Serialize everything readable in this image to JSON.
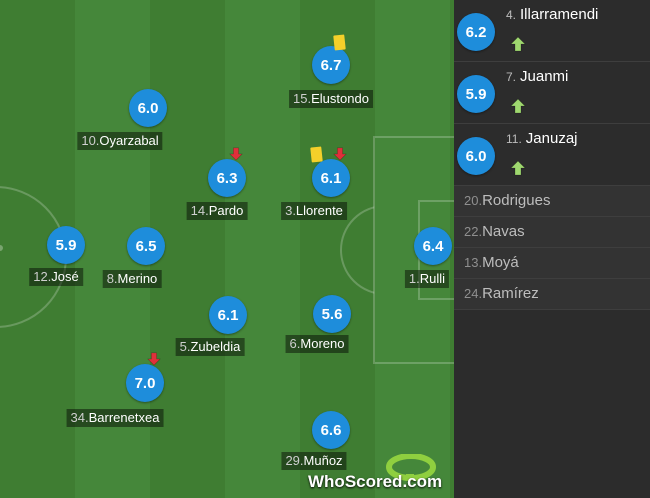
{
  "pitch_players": [
    {
      "id": "elustondo",
      "number": "15.",
      "name": "Elustondo",
      "rating": "6.7",
      "yellow_card": true,
      "subbed_off": false
    },
    {
      "id": "oyarzabal",
      "number": "10.",
      "name": "Oyarzabal",
      "rating": "6.0",
      "yellow_card": false,
      "subbed_off": false
    },
    {
      "id": "pardo",
      "number": "14.",
      "name": "Pardo",
      "rating": "6.3",
      "yellow_card": false,
      "subbed_off": true
    },
    {
      "id": "llorente",
      "number": "3.",
      "name": "Llorente",
      "rating": "6.1",
      "yellow_card": true,
      "subbed_off": true
    },
    {
      "id": "jose",
      "number": "12.",
      "name": "José",
      "rating": "5.9",
      "yellow_card": false,
      "subbed_off": false
    },
    {
      "id": "merino",
      "number": "8.",
      "name": "Merino",
      "rating": "6.5",
      "yellow_card": false,
      "subbed_off": false
    },
    {
      "id": "rulli",
      "number": "1.",
      "name": "Rulli",
      "rating": "6.4",
      "yellow_card": false,
      "subbed_off": false
    },
    {
      "id": "zubeldia",
      "number": "5.",
      "name": "Zubeldia",
      "rating": "6.1",
      "yellow_card": false,
      "subbed_off": false
    },
    {
      "id": "moreno",
      "number": "6.",
      "name": "Moreno",
      "rating": "5.6",
      "yellow_card": false,
      "subbed_off": false
    },
    {
      "id": "barrenetxea",
      "number": "34.",
      "name": "Barrenetxea",
      "rating": "7.0",
      "yellow_card": false,
      "subbed_off": true
    },
    {
      "id": "munoz",
      "number": "29.",
      "name": "Muñoz",
      "rating": "6.6",
      "yellow_card": false,
      "subbed_off": false
    }
  ],
  "substitutes_used": [
    {
      "number": "4.",
      "name": "Illarramendi",
      "rating": "6.2"
    },
    {
      "number": "7.",
      "name": "Juanmi",
      "rating": "5.9"
    },
    {
      "number": "11.",
      "name": "Januzaj",
      "rating": "6.0"
    }
  ],
  "bench": [
    {
      "number": "20.",
      "name": "Rodrigues"
    },
    {
      "number": "22.",
      "name": "Navas"
    },
    {
      "number": "13.",
      "name": "Moyá"
    },
    {
      "number": "24.",
      "name": "Ramírez"
    }
  ],
  "watermark": {
    "text": "WhoScored.com"
  },
  "colors": {
    "rating_badge": "#1e8ddb",
    "yellow_card": "#f4d02a",
    "sub_off_arrow": "#e0303a",
    "sub_in_arrow": "#9fd86f",
    "pitch_dark": "#3f7d32",
    "pitch_light": "#45873a"
  }
}
